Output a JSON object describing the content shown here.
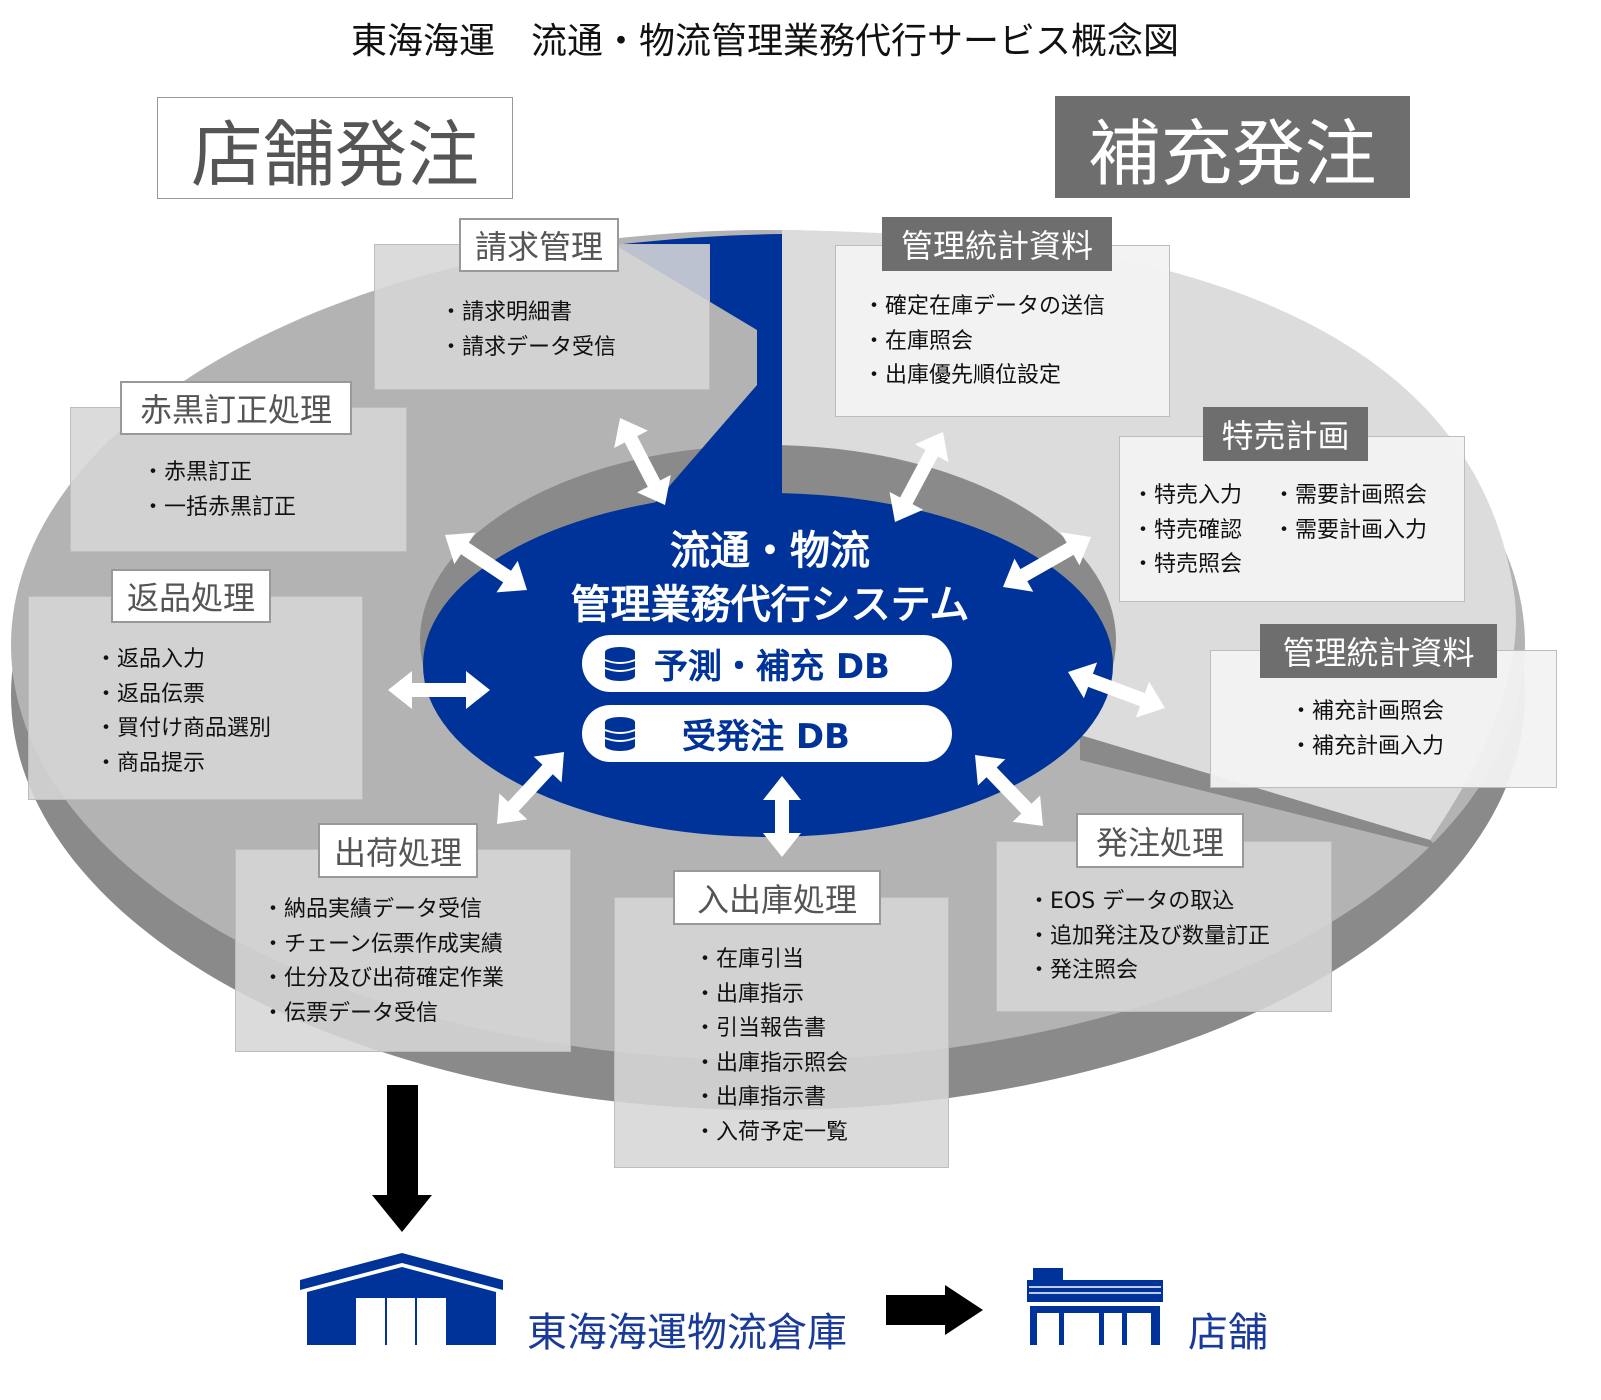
{
  "title": "東海海運　流通・物流管理業務代行サービス概念図",
  "store_order_label": "店舗発注",
  "replenish_order_label": "補充発注",
  "center": {
    "line1": "流通・物流",
    "line2": "管理業務代行システム",
    "db1": "予測・補充 DB",
    "db2": "受発注 DB"
  },
  "modules": {
    "billing": {
      "title": "請求管理",
      "items": [
        "請求明細書",
        "請求データ受信"
      ]
    },
    "correction": {
      "title": "赤黒訂正処理",
      "items": [
        "赤黒訂正",
        "一括赤黒訂正"
      ]
    },
    "returns": {
      "title": "返品処理",
      "items": [
        "返品入力",
        "返品伝票",
        "買付け商品選別",
        "商品提示"
      ]
    },
    "shipping": {
      "title": "出荷処理",
      "items": [
        "納品実績データ受信",
        "チェーン伝票作成実績",
        "仕分及び出荷確定作業",
        "伝票データ受信"
      ]
    },
    "inout": {
      "title": "入出庫処理",
      "items": [
        "在庫引当",
        "出庫指示",
        "引当報告書",
        "出庫指示照会",
        "出庫指示書",
        "入荷予定一覧"
      ]
    },
    "ordering": {
      "title": "発注処理",
      "items": [
        "EOS データの取込",
        "追加発注及び数量訂正",
        "発注照会"
      ]
    },
    "stats1": {
      "title": "管理統計資料",
      "items": [
        "確定在庫データの送信",
        "在庫照会",
        "出庫優先順位設定"
      ]
    },
    "sale": {
      "title": "特売計画",
      "items_left": [
        "特売入力",
        "特売確認",
        "特売照会"
      ],
      "items_right": [
        "需要計画照会",
        "需要計画入力"
      ]
    },
    "stats2": {
      "title": "管理統計資料",
      "items": [
        "補充計画照会",
        "補充計画入力"
      ]
    }
  },
  "bottom": {
    "warehouse": "東海海運物流倉庫",
    "store": "店舗"
  },
  "colors": {
    "blue": "#003399",
    "dark_gray": "#6e6e6e",
    "disc_left": "#b3b3b3",
    "disc_right": "#dcdcdc",
    "disc_side": "#8a8a8a"
  }
}
